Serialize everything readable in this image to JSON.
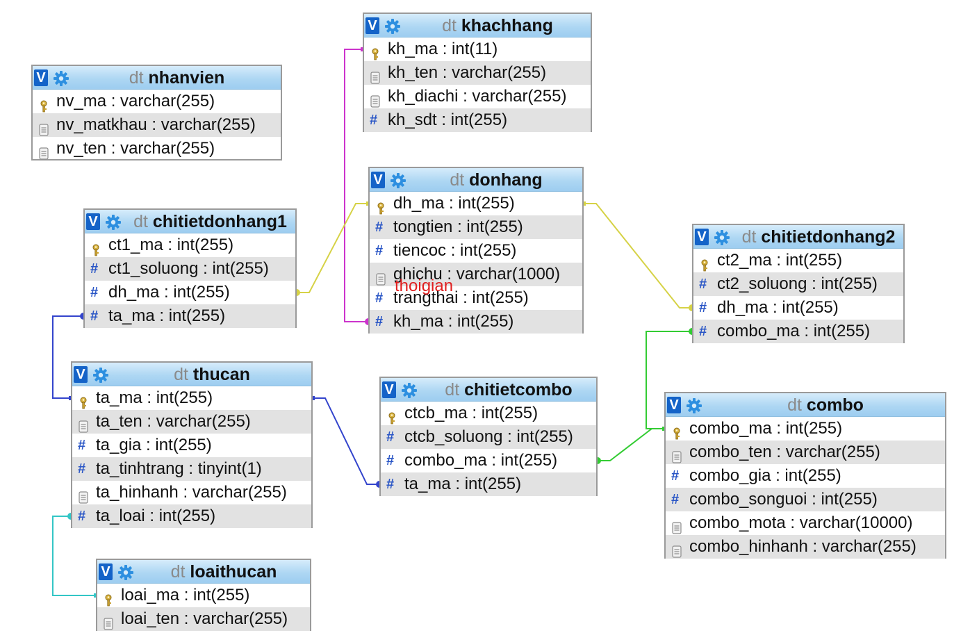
{
  "ui": {
    "v_label": "V",
    "dt_prefix": "dt"
  },
  "tables": [
    {
      "name": "nhanvien",
      "columns": [
        {
          "text": "nv_ma : varchar(255)",
          "icon": "key-icon"
        },
        {
          "text": "nv_matkhau : varchar(255)",
          "icon": "text-field-icon"
        },
        {
          "text": "nv_ten : varchar(255)",
          "icon": "text-field-icon"
        }
      ]
    },
    {
      "name": "khachhang",
      "columns": [
        {
          "text": "kh_ma : int(11)",
          "icon": "key-icon"
        },
        {
          "text": "kh_ten : varchar(255)",
          "icon": "text-field-icon"
        },
        {
          "text": "kh_diachi : varchar(255)",
          "icon": "text-field-icon"
        },
        {
          "text": "kh_sdt : int(255)",
          "icon": "numeric-field-icon"
        }
      ]
    },
    {
      "name": "donhang",
      "columns": [
        {
          "text": "dh_ma : int(255)",
          "icon": "key-icon"
        },
        {
          "text": "tongtien : int(255)",
          "icon": "numeric-field-icon"
        },
        {
          "text": "tiencoc : int(255)",
          "icon": "numeric-field-icon"
        },
        {
          "text": "ghichu : varchar(1000)",
          "icon": "text-field-icon"
        },
        {
          "text": "trangthai : int(255)",
          "icon": "numeric-field-icon"
        },
        {
          "text": "kh_ma : int(255)",
          "icon": "numeric-field-icon"
        }
      ]
    },
    {
      "name": "chitietdonhang1",
      "columns": [
        {
          "text": "ct1_ma : int(255)",
          "icon": "key-icon"
        },
        {
          "text": "ct1_soluong : int(255)",
          "icon": "numeric-field-icon"
        },
        {
          "text": "dh_ma : int(255)",
          "icon": "numeric-field-icon"
        },
        {
          "text": "ta_ma : int(255)",
          "icon": "numeric-field-icon"
        }
      ]
    },
    {
      "name": "chitietdonhang2",
      "columns": [
        {
          "text": "ct2_ma : int(255)",
          "icon": "key-icon"
        },
        {
          "text": "ct2_soluong : int(255)",
          "icon": "numeric-field-icon"
        },
        {
          "text": "dh_ma : int(255)",
          "icon": "numeric-field-icon"
        },
        {
          "text": "combo_ma : int(255)",
          "icon": "numeric-field-icon"
        }
      ]
    },
    {
      "name": "thucan",
      "columns": [
        {
          "text": "ta_ma : int(255)",
          "icon": "key-icon"
        },
        {
          "text": "ta_ten : varchar(255)",
          "icon": "text-field-icon"
        },
        {
          "text": "ta_gia : int(255)",
          "icon": "numeric-field-icon"
        },
        {
          "text": "ta_tinhtrang : tinyint(1)",
          "icon": "numeric-field-icon"
        },
        {
          "text": "ta_hinhanh : varchar(255)",
          "icon": "text-field-icon"
        },
        {
          "text": "ta_loai : int(255)",
          "icon": "numeric-field-icon"
        }
      ]
    },
    {
      "name": "chitietcombo",
      "columns": [
        {
          "text": "ctcb_ma : int(255)",
          "icon": "key-icon"
        },
        {
          "text": "ctcb_soluong : int(255)",
          "icon": "numeric-field-icon"
        },
        {
          "text": "combo_ma : int(255)",
          "icon": "numeric-field-icon"
        },
        {
          "text": "ta_ma : int(255)",
          "icon": "numeric-field-icon"
        }
      ]
    },
    {
      "name": "combo",
      "columns": [
        {
          "text": "combo_ma : int(255)",
          "icon": "key-icon"
        },
        {
          "text": "combo_ten : varchar(255)",
          "icon": "text-field-icon"
        },
        {
          "text": "combo_gia : int(255)",
          "icon": "numeric-field-icon"
        },
        {
          "text": "combo_songuoi : int(255)",
          "icon": "numeric-field-icon"
        },
        {
          "text": "combo_mota : varchar(10000)",
          "icon": "text-field-icon"
        },
        {
          "text": "combo_hinhanh : varchar(255)",
          "icon": "text-field-icon"
        }
      ]
    },
    {
      "name": "loaithucan",
      "columns": [
        {
          "text": "loai_ma : int(255)",
          "icon": "key-icon"
        },
        {
          "text": "loai_ten : varchar(255)",
          "icon": "text-field-icon"
        }
      ]
    }
  ],
  "annotation": {
    "text": "thoigian",
    "color": "#e02020"
  },
  "relations": [
    {
      "from": "donhang.kh_ma",
      "to": "khachhang.kh_ma",
      "color": "#cc33cc"
    },
    {
      "from": "chitietdonhang1.dh_ma",
      "to": "donhang.dh_ma",
      "color": "#d6d246"
    },
    {
      "from": "chitietdonhang2.dh_ma",
      "to": "donhang.dh_ma",
      "color": "#d6d246"
    },
    {
      "from": "chitietdonhang1.ta_ma",
      "to": "thucan.ta_ma",
      "color": "#3344cc"
    },
    {
      "from": "chitietcombo.ta_ma",
      "to": "thucan.ta_ma",
      "color": "#3344cc"
    },
    {
      "from": "thucan.ta_loai",
      "to": "loaithucan.loai_ma",
      "color": "#33c6c6"
    },
    {
      "from": "chitietcombo.combo_ma",
      "to": "combo.combo_ma",
      "color": "#33cc33"
    },
    {
      "from": "chitietdonhang2.combo_ma",
      "to": "combo.combo_ma",
      "color": "#33cc33"
    }
  ]
}
